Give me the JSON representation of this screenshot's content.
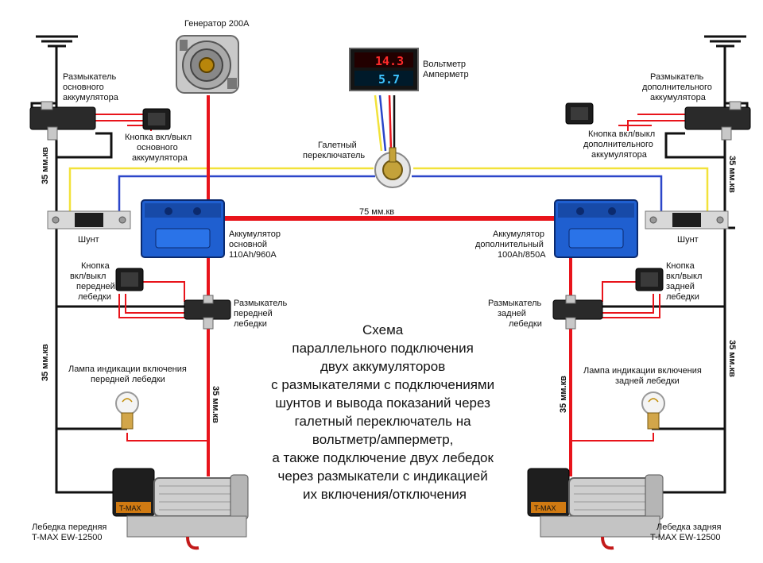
{
  "labels": {
    "generator": "Генератор 200А",
    "voltmeter": [
      "Вольтметр",
      "Амперметр"
    ],
    "meter_volt": "14.3",
    "meter_amp": "5.7",
    "switch": [
      "Галетный",
      "переключатель"
    ],
    "main_disconnect": [
      "Размыкатель",
      "основного",
      "аккумулятора"
    ],
    "main_button": [
      "Кнопка вкл/выкл",
      "основного",
      "аккумулятора"
    ],
    "aux_disconnect": [
      "Размыкатель",
      "дополнительного",
      "аккумулятора"
    ],
    "aux_button": [
      "Кнопка вкл/выкл",
      "дополнительного",
      "аккумулятора"
    ],
    "shunt_left": "Шунт",
    "shunt_right": "Шунт",
    "battery_main": [
      "Аккумулятор",
      "основной",
      "110Ah/960A"
    ],
    "battery_aux": [
      "Аккумулятор",
      "дополнительный",
      "100Ah/850A"
    ],
    "cable_75": "75 мм.кв",
    "cable_35_left_top": "35 мм.кв",
    "cable_35_right_top": "35 мм.кв",
    "cable_35_left_bottom": "35 мм.кв",
    "cable_35_right_bottom": "35 мм.кв",
    "cable_35_center_left": "35 мм.кв",
    "cable_35_center_right": "35 мм.кв",
    "front_button": [
      "Кнопка",
      "вкл/выкл",
      "передней",
      "лебедки"
    ],
    "rear_button": [
      "Кнопка",
      "вкл/выкл",
      "задней",
      "лебедки"
    ],
    "front_disconnect": [
      "Размыкатель",
      "передней",
      "лебедки"
    ],
    "rear_disconnect": [
      "Размыкатель",
      "задней",
      "лебедки"
    ],
    "front_lamp": [
      "Лампа индикации включения",
      "передней лебедки"
    ],
    "rear_lamp": [
      "Лампа индикации включения",
      "задней лебедки"
    ],
    "winch_front": [
      "Лебедка передняя",
      "T-MAX EW-12500"
    ],
    "winch_rear": [
      "Лебедка задняя",
      "T-MAX EW-12500"
    ],
    "winch_brand": "T-MAX"
  },
  "title_lines": [
    "Схема",
    "параллельного подключения",
    "двух аккумуляторов",
    "с размыкателями с подключениями",
    "шунтов и вывода показаний через",
    "галетный переключатель на",
    "вольтметр/амперметр,",
    "а также подключение двух лебедок",
    "через размыкатели с индикацией",
    "их включения/отключения"
  ],
  "colors": {
    "power": "#e8141b",
    "ground": "#111111",
    "signal_yellow": "#f2e23a",
    "signal_blue": "#2b46c9",
    "battery": "#1f5fd0"
  }
}
